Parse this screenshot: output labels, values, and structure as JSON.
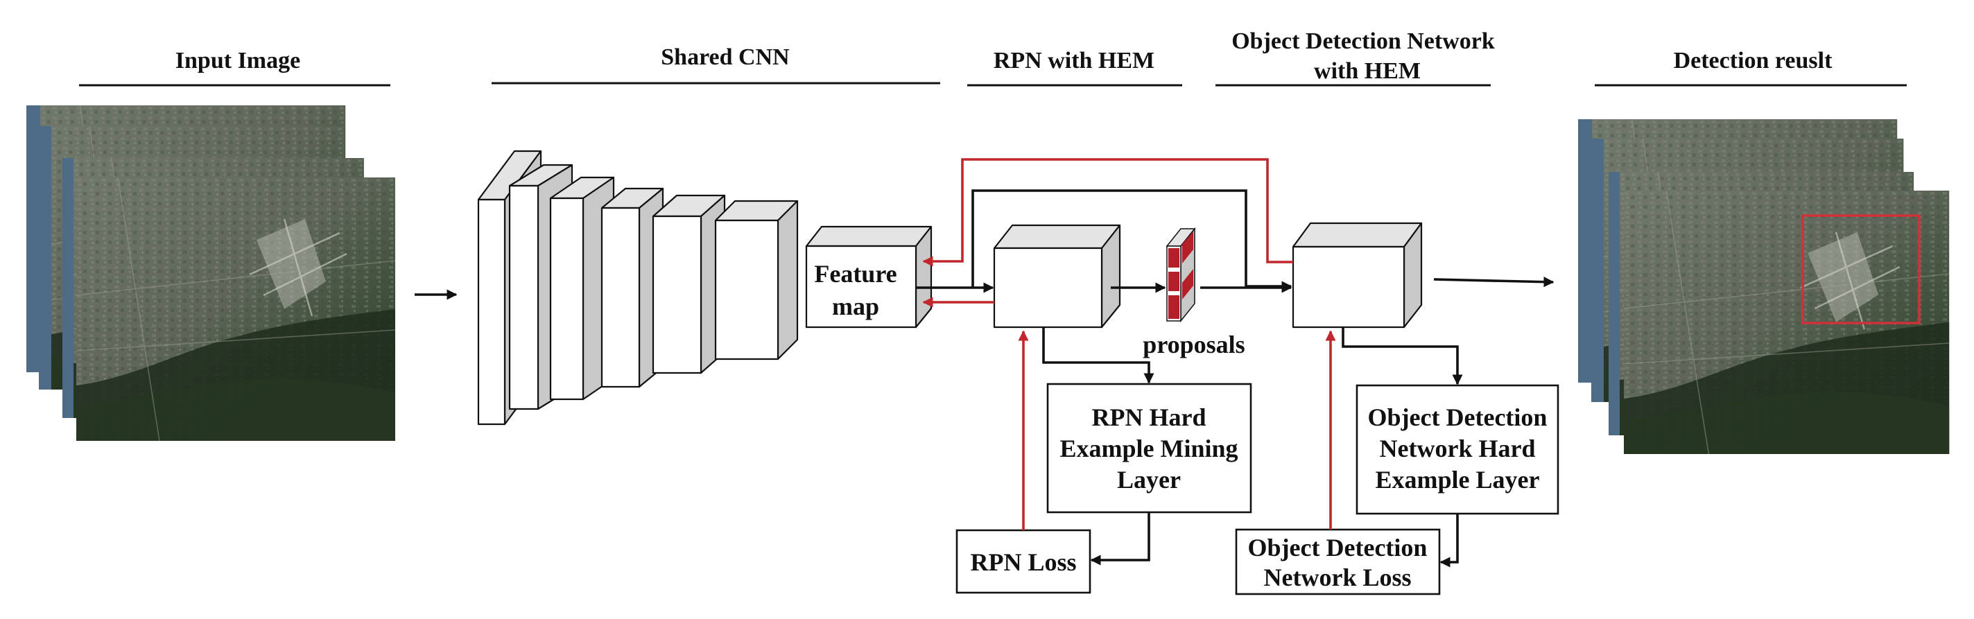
{
  "headers": {
    "input_image": "Input Image",
    "shared_cnn": "Shared CNN",
    "rpn_hem": "RPN with HEM",
    "odn_hem": [
      "Object Detection Network",
      "with HEM"
    ],
    "detection_result": "Detection reuslt"
  },
  "labels": {
    "feature_map": [
      "Feature",
      "map"
    ],
    "proposals": "proposals",
    "rpn_hard_example": [
      "RPN Hard",
      "Example Mining",
      "Layer"
    ],
    "odn_hard_example": [
      "Object Detection",
      "Network Hard",
      "Example Layer"
    ],
    "rpn_loss": "RPN Loss",
    "odn_loss": [
      "Object Detection",
      "Network Loss"
    ]
  },
  "colors": {
    "forward_arrow": "#111111",
    "backprop_arrow": "#c1272d",
    "proposal_fill": "#b3202a",
    "detection_box": "#d0313b"
  }
}
